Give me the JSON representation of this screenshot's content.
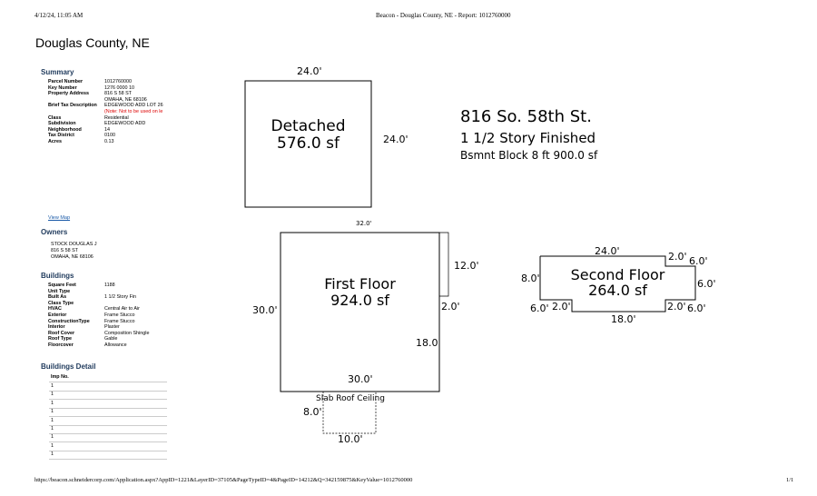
{
  "header": {
    "datetime": "4/12/24, 11:05 AM",
    "title": "Beacon - Douglas County, NE - Report: 1012760000"
  },
  "county": "Douglas County, NE",
  "summary": {
    "title": "Summary",
    "rows": [
      {
        "k": "Parcel Number",
        "v": "1012760000"
      },
      {
        "k": "Key Number",
        "v": "1276 0000 10"
      },
      {
        "k": "Property Address",
        "v": "816 S 58 ST"
      },
      {
        "k": "",
        "v": "OMAHA, NE 68106"
      },
      {
        "k": "Brief Tax Description",
        "v": "EDGEWOOD ADD LOT 26"
      },
      {
        "k": "",
        "v": "(Note: Not to be used on le"
      },
      {
        "k": "Class",
        "v": "Residential"
      },
      {
        "k": "Subdivision",
        "v": "EDGEWOOD ADD"
      },
      {
        "k": "Neighborhood",
        "v": "14"
      },
      {
        "k": "Tax District",
        "v": "0100"
      },
      {
        "k": "Acres",
        "v": "0.13"
      }
    ]
  },
  "view_map": "View Map",
  "owners": {
    "title": "Owners",
    "lines": [
      "STOCK DOUGLAS J",
      "816 S 58 ST",
      "OMAHA, NE 68106"
    ]
  },
  "buildings": {
    "title": "Buildings",
    "rows": [
      {
        "k": "Square Feet",
        "v": "1188"
      },
      {
        "k": "Unit Type",
        "v": ""
      },
      {
        "k": "Built As",
        "v": "1 1/2 Story Fin"
      },
      {
        "k": "Class Type",
        "v": ""
      },
      {
        "k": "HVAC",
        "v": "Central Air to Air"
      },
      {
        "k": "Exterior",
        "v": "Frame Stucco"
      },
      {
        "k": "ConstructionType",
        "v": "Frame Stucco"
      },
      {
        "k": "Interior",
        "v": "Plaster"
      },
      {
        "k": "Roof Cover",
        "v": "Composition Shingle"
      },
      {
        "k": "Roof Type",
        "v": "Gable"
      },
      {
        "k": "Floorcover",
        "v": "Allowance"
      }
    ]
  },
  "buildings_detail": {
    "title": "Buildings Detail",
    "col": "Imp No.",
    "rows": [
      "1",
      "1",
      "1",
      "1",
      "1",
      "1",
      "1",
      "1",
      "1"
    ]
  },
  "sketch": {
    "address": "816 So. 58th St.",
    "story": "1 1/2 Story Finished",
    "bsmnt": "Bsmnt Block 8 ft   900.0 sf",
    "detached": {
      "name": "Detached",
      "area": "576.0 sf",
      "top": "24.0'",
      "right": "24.0'"
    },
    "first": {
      "name": "First Floor",
      "area": "924.0 sf",
      "top": "32.0'",
      "left": "30.0'",
      "right_upper": "12.0'",
      "notch": "2.0'",
      "right_lower": "18.0'",
      "bottom": "30.0'"
    },
    "slab": {
      "name": "Slab Roof Ceiling",
      "side": "8.0'",
      "bottom": "10.0'"
    },
    "second": {
      "name": "Second Floor",
      "area": "264.0 sf",
      "top": "24.0'",
      "tr_notch_w": "2.0'",
      "tr_notch_h": "6.0'",
      "left": "8.0'",
      "right": "6.0'",
      "bl_h": "6.0'",
      "bl_w": "2.0'",
      "bottom": "18.0'",
      "br_w": "2.0'",
      "br_h": "6.0'"
    }
  },
  "footer": {
    "url": "https://beacon.schneidercorp.com/Application.aspx?AppID=1221&LayerID=37105&PageTypeID=4&PageID=14212&Q=342159875&KeyValue=1012760000",
    "page": "1/1"
  }
}
